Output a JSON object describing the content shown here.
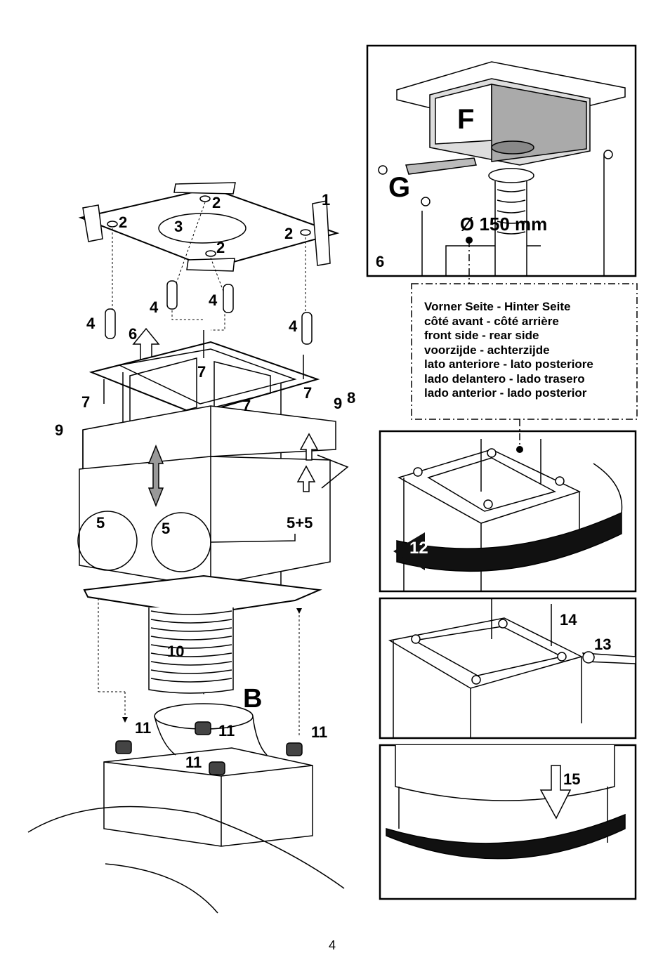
{
  "main": {
    "labels": {
      "l1": "1",
      "l2a": "2",
      "l2b": "2",
      "l2c": "2",
      "l2d": "2",
      "l3": "3",
      "l4a": "4",
      "l4b": "4",
      "l4c": "4",
      "l4d": "4",
      "l5a": "5",
      "l5b": "5",
      "l55": "5+5",
      "l6": "6",
      "l7a": "7",
      "l7b": "7",
      "l7c": "7",
      "l7d": "7",
      "l8": "8",
      "l9a": "9",
      "l9b": "9",
      "l10": "10",
      "l11a": "11",
      "l11b": "11",
      "l11c": "11",
      "l11d": "11",
      "lB": "B"
    }
  },
  "panel1": {
    "F": "F",
    "G": "G",
    "diameter": "Ø 150 mm",
    "six": "6"
  },
  "legend": {
    "lines": [
      "Vorner Seite - Hinter Seite",
      "côté avant - côté arrière",
      "front side - rear side",
      "voorzijde - achterzijde",
      "lato anteriore - lato posteriore",
      "lado delantero - lado trasero",
      "lado anterior - lado posterior"
    ]
  },
  "panel2": {
    "n12": "12"
  },
  "panel3": {
    "n13": "13",
    "n14": "14"
  },
  "panel4": {
    "n15": "15"
  },
  "page": {
    "number": "4"
  }
}
